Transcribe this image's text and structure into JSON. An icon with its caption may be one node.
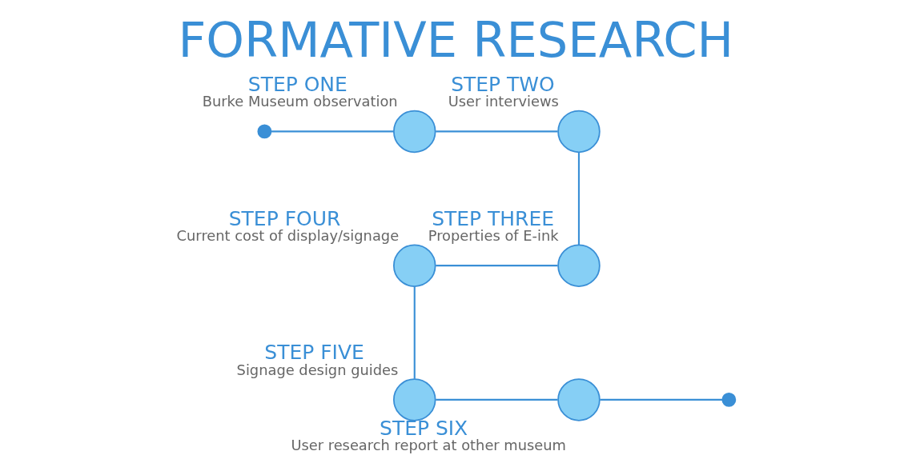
{
  "diagram": {
    "title": "FORMATIVE RESEARCH",
    "nodes": [
      {
        "text": [],
        "shape": "circle"
      },
      {
        "text": [
          "STEP ONE",
          "Burke Museum observation"
        ]
      },
      {
        "text": [
          "STEP TWO",
          "User interviews"
        ]
      },
      {
        "text": [
          "STEP THREE",
          "Properties of E-ink"
        ]
      },
      {
        "text": [
          "STEP FOUR",
          "Current cost of display/signage"
        ]
      },
      {
        "text": [
          "STEP FIVE",
          "Signage design guides"
        ]
      },
      {
        "text": [
          "STEP SIX",
          "User research report at other museum"
        ]
      },
      {
        "text": [],
        "shape": "circle"
      }
    ],
    "edges": [
      {
        "from": 0,
        "to": 1,
        "arrow": "none"
      },
      {
        "from": 1,
        "to": 2,
        "arrow": "none"
      },
      {
        "from": 2,
        "to": 3,
        "arrow": "none"
      },
      {
        "from": 3,
        "to": 4,
        "arrow": "none"
      },
      {
        "from": 4,
        "to": 5,
        "arrow": "none"
      },
      {
        "from": 5,
        "to": 6,
        "arrow": "none"
      },
      {
        "from": 6,
        "to": 7,
        "arrow": "none"
      }
    ]
  }
}
